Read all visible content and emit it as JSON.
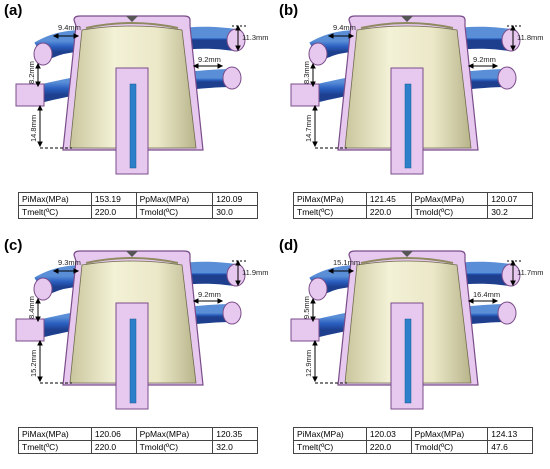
{
  "panels": [
    {
      "label": "(a)",
      "dims": {
        "top": "9.4mm",
        "right_top": "11.3mm",
        "right_mid": "9.2mm",
        "left_mid": "8.2mm",
        "left_bottom": "14.8mm"
      },
      "table": {
        "pimax_label": "PiMax(MPa)",
        "pimax": "153.19",
        "ppmax_label": "PpMax(MPa)",
        "ppmax": "120.09",
        "tmelt_label": "Tmelt(ºC)",
        "tmelt": "220.0",
        "tmold_label": "Tmold(ºC)",
        "tmold": "30.0"
      }
    },
    {
      "label": "(b)",
      "dims": {
        "top": "9.4mm",
        "right_top": "11.8mm",
        "right_mid": "9.2mm",
        "left_mid": "8.3mm",
        "left_bottom": "14.7mm"
      },
      "table": {
        "pimax_label": "PiMax(MPa)",
        "pimax": "121.45",
        "ppmax_label": "PpMax(MPa)",
        "ppmax": "120.07",
        "tmelt_label": "Tmelt(ºC)",
        "tmelt": "220.0",
        "tmold_label": "Tmold(ºC)",
        "tmold": "30.2"
      }
    },
    {
      "label": "(c)",
      "dims": {
        "top": "9.3mm",
        "right_top": "11.9mm",
        "right_mid": "9.2mm",
        "left_mid": "8.4mm",
        "left_bottom": "15.2mm"
      },
      "table": {
        "pimax_label": "PiMax(MPa)",
        "pimax": "120.06",
        "ppmax_label": "PpMax(MPa)",
        "ppmax": "120.35",
        "tmelt_label": "Tmelt(ºC)",
        "tmelt": "220.0",
        "tmold_label": "Tmold(ºC)",
        "tmold": "32.0"
      }
    },
    {
      "label": "(d)",
      "dims": {
        "top": "15.1mm",
        "right_top": "11.7mm",
        "right_mid": "16.4mm",
        "left_mid": "9.5mm",
        "left_bottom": "12.9mm"
      },
      "table": {
        "pimax_label": "PiMax(MPa)",
        "pimax": "120.03",
        "ppmax_label": "PpMax(MPa)",
        "ppmax": "124.13",
        "tmelt_label": "Tmelt(ºC)",
        "tmelt": "220.0",
        "tmold_label": "Tmold(ºC)",
        "tmold": "47.6"
      }
    }
  ]
}
